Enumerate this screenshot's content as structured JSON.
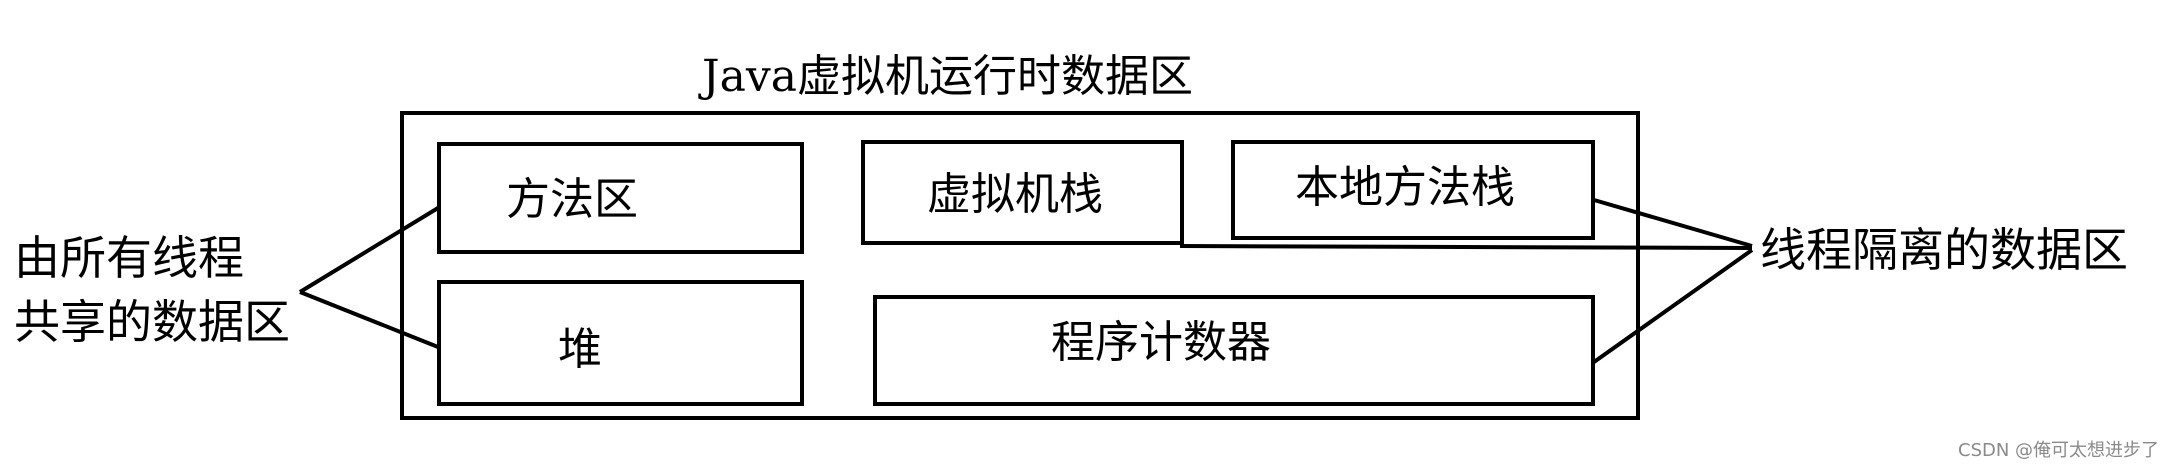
{
  "diagram": {
    "title": "Java虚拟机运行时数据区",
    "regions": {
      "method_area": "方法区",
      "vm_stack": "虚拟机栈",
      "native_method_stack": "本地方法栈",
      "heap": "堆",
      "program_counter": "程序计数器"
    },
    "shared_label": {
      "line1": "由所有线程",
      "line2": "共享的数据区"
    },
    "isolated_label": "线程隔离的数据区",
    "stroke_color": "#000000"
  },
  "watermark": "CSDN @俺可太想进步了"
}
